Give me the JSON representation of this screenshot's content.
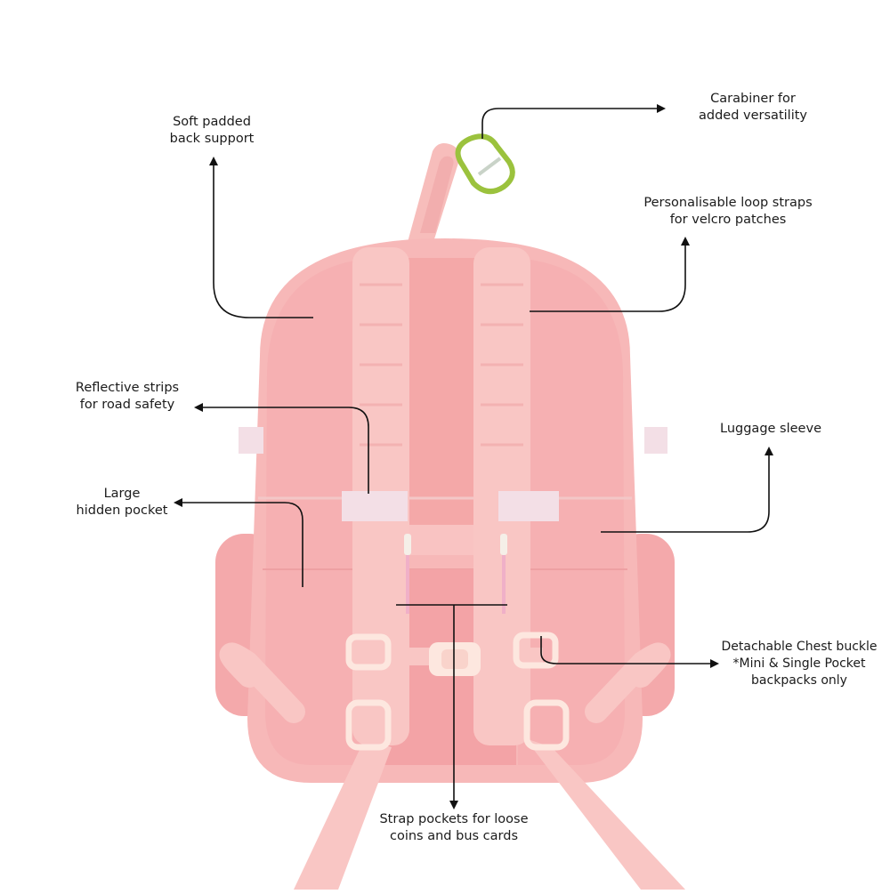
{
  "colors": {
    "background": "#ffffff",
    "bag_pink": "#f7b8b8",
    "bag_pink_dark": "#ef9fa2",
    "strap_pink": "#f9c6c4",
    "mesh_pink": "#f6aeb0",
    "buckle_cream": "#fde7df",
    "reflective_strip": "#f3dfe6",
    "carabiner_green": "#9bc23d",
    "leader_line": "#111111",
    "text": "#1b1b1b"
  },
  "annotations": {
    "soft_padded": {
      "line1": "Soft padded",
      "line2": "back support"
    },
    "carabiner": {
      "line1": "Carabiner for",
      "line2": "added versatility"
    },
    "loop_straps": {
      "line1": "Personalisable loop straps",
      "line2": "for velcro patches"
    },
    "reflective": {
      "line1": "Reflective strips",
      "line2": "for road safety"
    },
    "luggage": {
      "line1": "Luggage sleeve"
    },
    "hidden_pocket": {
      "line1": "Large",
      "line2": "hidden pocket"
    },
    "chest_buckle": {
      "line1": "Detachable Chest buckle",
      "line2": "*Mini & Single Pocket",
      "line3": "backpacks only"
    },
    "strap_pockets": {
      "line1": "Strap pockets for loose",
      "line2": "coins and bus cards"
    }
  }
}
